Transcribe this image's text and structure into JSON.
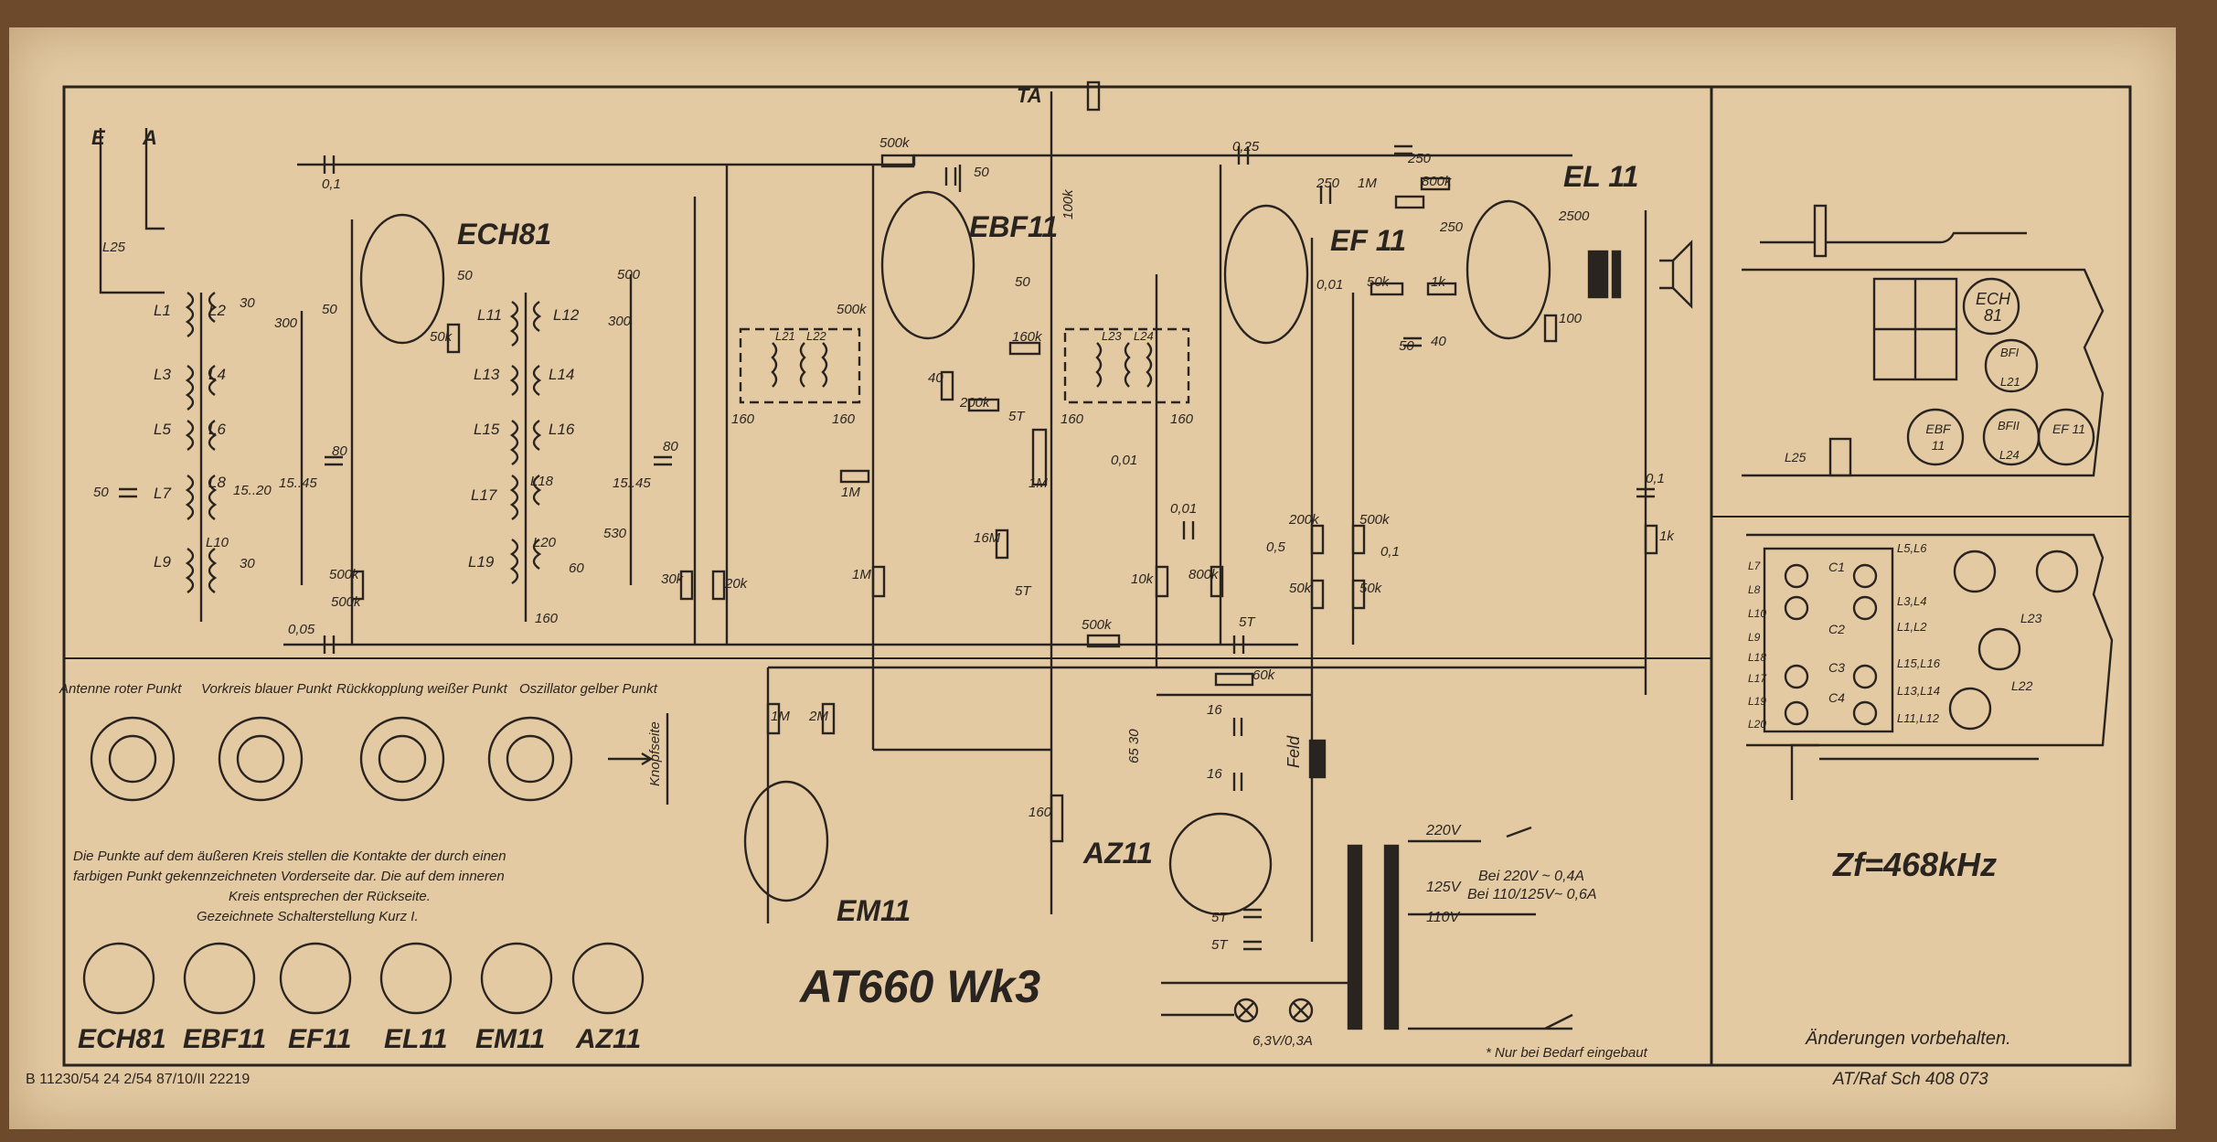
{
  "title": "AT660 Wk3",
  "zf": "Zf=468kHz",
  "changes_note": "Änderungen vorbehalten.",
  "doc_number": "AT/Raf Sch 408 073",
  "print_code": "B 11230/54  24  2/54  87/10/II  22219",
  "antenna": {
    "e": "E",
    "a": "A",
    "ta": "TA"
  },
  "tubes": {
    "ech81": "ECH81",
    "ebf11": "EBF11",
    "ef11": "EF 11",
    "el11": "EL 11",
    "em11": "EM11",
    "az11": "AZ11"
  },
  "legend": {
    "antenne": "Antenne roter Punkt",
    "vorkreis": "Vorkreis blauer Punkt",
    "rueck": "Rückkopplung weißer Punkt",
    "oszillator": "Oszillator gelber Punkt",
    "knopfseite": "Knopfseite",
    "note1": "Die Punkte auf dem äußeren Kreis stellen die Kontakte der durch einen",
    "note2": "farbigen Punkt gekennzeichneten Vorderseite dar. Die auf dem inneren",
    "note3": "Kreis entsprechen der Rückseite.",
    "note4": "Gezeichnete Schalterstellung Kurz I."
  },
  "pinouts": [
    "ECH81",
    "EBF11",
    "EF11",
    "EL11",
    "EM11",
    "AZ11"
  ],
  "power": {
    "v220": "220V",
    "v125": "125V",
    "v110": "110V",
    "fuse220": "Bei 220V ~ 0,4A",
    "fuse110": "Bei 110/125V~ 0,6A",
    "lamps": "6,3V/0,3A",
    "note": "* Nur bei Bedarf eingebaut",
    "feld": "Feld"
  },
  "components": {
    "r500k_top": "500k",
    "c025": "0,25",
    "c50_top": "50",
    "c01_ant": "0,1",
    "c250a": "250",
    "r1m": "1M",
    "c250b": "250",
    "r800k_top": "800k",
    "c250c": "250",
    "c2500": "2500",
    "c50_ech": "50",
    "c500": "500",
    "c300a": "300",
    "c300b": "300",
    "c80a": "80",
    "c80b": "80",
    "c50_mix": "50",
    "c50_left": "50",
    "c30a": "30",
    "c30b": "30",
    "c60": "60",
    "c160a": "160",
    "r50k_ech": "50k",
    "r500k_grid": "500k",
    "c530": "530",
    "c1545a": "15..45",
    "c1545b": "15..45",
    "c1520": "15..20",
    "c160b": "160",
    "c160c": "160",
    "c160d": "160",
    "c160e": "160",
    "r500k_if": "500k",
    "r160k": "160k",
    "r200k": "200k",
    "c5t_a": "5T",
    "c50_ebf": "50",
    "r100k": "100k",
    "c001_if": "0,01",
    "r1m_vol": "1M",
    "c001": "0,01",
    "r1m_a": "1M",
    "r1m_b": "1M",
    "r16m": "16M",
    "c5t_b": "5T",
    "r10k": "10k",
    "r800k_mid": "800k",
    "c5t_c": "5T",
    "r30k": "30k",
    "r20k": "20k",
    "r500k_left": "500k",
    "c005": "0,05",
    "r500k_bot": "500k",
    "r60k": "60k",
    "c16a": "16",
    "c16b": "16",
    "c6530": "65 30",
    "r1m_em": "1M",
    "r2m_em": "2M",
    "c160_em": "160",
    "c001_ef": "0,01",
    "r50k_ef": "50k",
    "r1k_ef": "1k",
    "c50_ef": "50",
    "r200k_ef": "200k",
    "r50k_b": "50k",
    "r500k_ef": "500k",
    "r50k_c": "50k",
    "c05": "0,5",
    "c01b": "0,1",
    "r100": "100",
    "c40a": "40",
    "c40b": "40",
    "c01_el": "0,1",
    "r1k_el": "1k",
    "c5t_p1": "5T",
    "c5t_p2": "5T"
  },
  "coils": {
    "l1": "L1",
    "l2": "L2",
    "l3": "L3",
    "l4": "L4",
    "l5": "L5",
    "l6": "L6",
    "l7": "L7",
    "l8": "L8",
    "l9": "L9",
    "l10": "L10",
    "l11": "L11",
    "l12": "L12",
    "l13": "L13",
    "l14": "L14",
    "l15": "L15",
    "l16": "L16",
    "l17": "L17",
    "l18": "L18",
    "l19": "L19",
    "l20": "L20",
    "l21": "L21",
    "l22": "L22",
    "l23": "L23",
    "l24": "L24",
    "l25": "L25"
  },
  "chassis": {
    "ech81": "ECH 81",
    "bf1": "BFI",
    "l21": "L21",
    "ebf": "EBF 11",
    "bf2": "BFII",
    "l24": "L24",
    "ef": "EF 11",
    "l25": "L25",
    "c1": "C1",
    "c2": "C2",
    "c3": "C3",
    "c4": "C4",
    "l56": "L5,L6",
    "l34": "L3,L4",
    "l12": "L1,L2",
    "l1516": "L15,L16",
    "l1314": "L13,L14",
    "l1112": "L11,L12",
    "l23": "L23",
    "l22": "L22",
    "l7": "L7",
    "l8": "L8",
    "l9": "L9",
    "l10": "L10",
    "l17": "L17",
    "l18": "L18",
    "l19": "L19",
    "l20": "L20"
  },
  "colors": {
    "paper": "#e3caa2",
    "ink": "#2a2420",
    "board": "#6e4a2c"
  }
}
